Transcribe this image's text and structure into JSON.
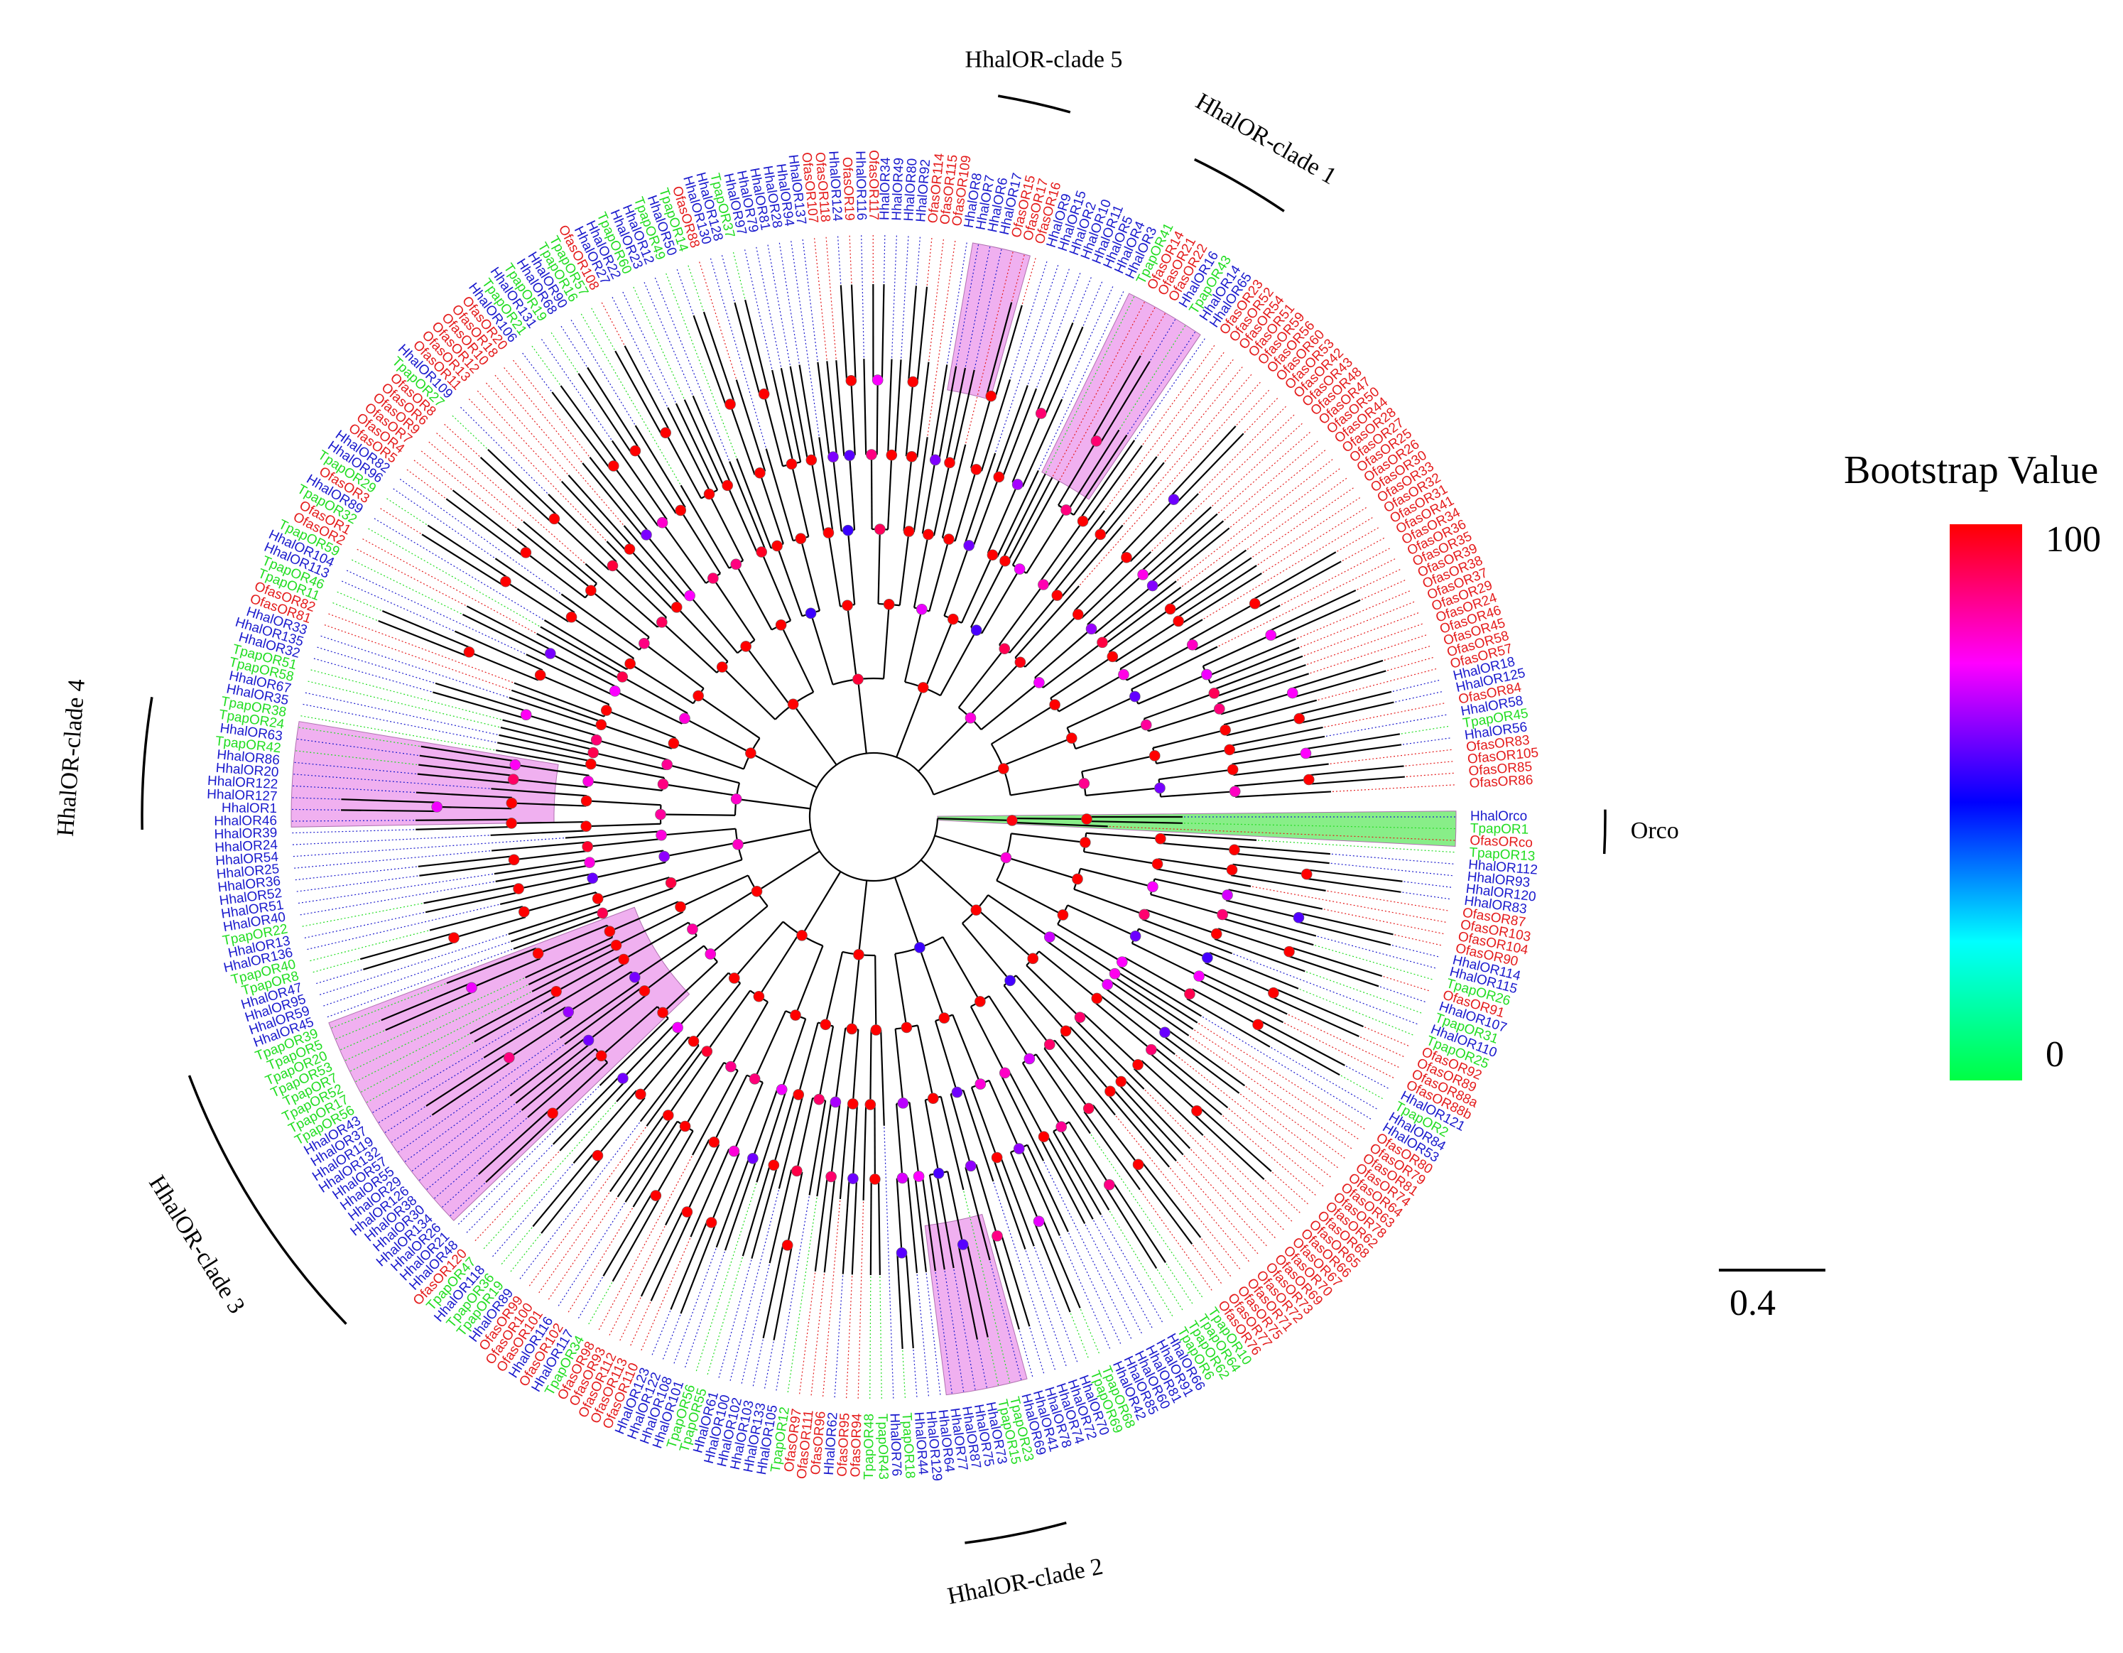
{
  "legend": {
    "title": "Bootstrap Value",
    "max_label": "100",
    "min_label": "0"
  },
  "scale_bar": {
    "label": "0.4"
  },
  "colors": {
    "Hhal": "#1a1acd",
    "Ofas": "#e41c1c",
    "Tpap": "#22dd22",
    "highlight": "#f0b0f0",
    "orco_highlight": "#88ee88"
  },
  "clades": [
    {
      "id": "clade5",
      "label": "HhalOR-clade 5"
    },
    {
      "id": "clade1",
      "label": "HhalOR-clade 1"
    },
    {
      "id": "orco",
      "label": "Orco"
    },
    {
      "id": "clade4",
      "label": "HhalOR-clade 4"
    },
    {
      "id": "clade3",
      "label": "HhalOR-clade 3"
    },
    {
      "id": "clade2",
      "label": "HhalOR-clade 2"
    }
  ],
  "tips": [
    "HhalOrco",
    "TpapOR1",
    "OfasORco",
    "TpapOR13",
    "HhalOR112",
    "HhalOR93",
    "HhalOR120",
    "HhalOR83",
    "OfasOR87",
    "OfasOR103",
    "OfasOR104",
    "OfasOR90",
    "HhalOR114",
    "HhalOR115",
    "TpapOR26",
    "OfasOR91",
    "HhalOR107",
    "TpapOR31",
    "HhalOR110",
    "TpapOR25",
    "OfasOR92",
    "OfasOR89",
    "OfasOR88a",
    "OfasOR88b",
    "HhalOR121",
    "TpapOR2",
    "HhalOR84",
    "HhalOR53",
    "OfasOR80",
    "OfasOR79",
    "OfasOR81",
    "OfasOR74",
    "OfasOR64",
    "OfasOR63",
    "OfasOR78",
    "OfasOR62",
    "OfasOR68",
    "OfasOR65",
    "OfasOR66",
    "OfasOR67",
    "OfasOR70",
    "OfasOR69",
    "OfasOR73",
    "OfasOR72",
    "OfasOR71",
    "OfasOR75",
    "OfasOR77",
    "OfasOR76",
    "TpapOR10",
    "TpapOR64",
    "TpapOR62",
    "TpapOR6",
    "HhalOR66",
    "HhalOR91",
    "HhalOR81",
    "HhalOR60",
    "HhalOR85",
    "HhalOR42",
    "TpapOR68",
    "TpapOR69",
    "HhalOR70",
    "HhalOR72",
    "HhalOR74",
    "HhalOR78",
    "HhalOR41",
    "HhalOR69",
    "TpapOR23",
    "TpapOR15",
    "HhalOR73",
    "HhalOR75",
    "HhalOR87",
    "HhalOR77",
    "HhalOR64",
    "HhalOR129",
    "HhalOR44",
    "TpapOR18",
    "HhalOR76",
    "TpapOR43",
    "TpapOR48",
    "OfasOR94",
    "OfasOR95",
    "HhalOR62",
    "OfasOR96",
    "OfasOR111",
    "OfasOR97",
    "TpapOR12",
    "HhalOR105",
    "HhalOR133",
    "HhalOR103",
    "HhalOR102",
    "HhalOR100",
    "HhalOR61",
    "TpapOR55",
    "TpapOR56",
    "HhalOR101",
    "HhalOR108",
    "HhalOR122",
    "HhalOR123",
    "OfasOR110",
    "OfasOR113",
    "OfasOR112",
    "OfasOR93",
    "OfasOR98",
    "TpapOR34",
    "HhalOR117",
    "OfasOR102",
    "HhalOR116",
    "OfasOR101",
    "OfasOR100",
    "OfasOR99",
    "HhalOR89",
    "TpapOR19",
    "TpapOR36",
    "HhalOR118",
    "TpapOR47",
    "OfasOR120",
    "HhalOR48",
    "HhalOR21",
    "HhalOR26",
    "HhalOR134",
    "HhalOR30",
    "HhalOR38",
    "HhalOR126",
    "HhalOR29",
    "HhalOR55",
    "HhalOR57",
    "HhalOR132",
    "HhalOR119",
    "HhalOR37",
    "HhalOR43",
    "TpapOR56",
    "TpapOR17",
    "TpapOR52",
    "TpapOR7",
    "TpapOR53",
    "TpapOR20",
    "TpapOR5",
    "TpapOR39",
    "HhalOR45",
    "HhalOR59",
    "HhalOR95",
    "HhalOR47",
    "TpapOR8",
    "TpapOR40",
    "HhalOR136",
    "HhalOR13",
    "TpapOR22",
    "HhalOR40",
    "HhalOR51",
    "HhalOR52",
    "HhalOR36",
    "HhalOR25",
    "HhalOR54",
    "HhalOR24",
    "HhalOR39",
    "HhalOR46",
    "HhalOR1",
    "HhalOR127",
    "HhalOR122",
    "HhalOR20",
    "HhalOR86",
    "TpapOR42",
    "HhalOR63",
    "TpapOR24",
    "TpapOR38",
    "HhalOR35",
    "HhalOR67",
    "TpapOR58",
    "TpapOR51",
    "HhalOR32",
    "HhalOR135",
    "HhalOR33",
    "OfasOR81",
    "OfasOR82",
    "TpapOR11",
    "TpapOR46",
    "HhalOR113",
    "HhalOR104",
    "TpapOR59",
    "OfasOR2",
    "OfasOR1",
    "TpapOR32",
    "HhalOR89",
    "OfasOR3",
    "TpapOR29",
    "HhalOR96",
    "HhalOR82",
    "OfasOR5",
    "OfasOR4",
    "OfasOR7",
    "OfasOR9",
    "OfasOR6",
    "OfasOR8",
    "TpapOR27",
    "HhalOR109",
    "OfasOR11",
    "OfasOR13",
    "OfasOR12",
    "OfasOR10",
    "OfasOR18",
    "OfasOR20",
    "HhalOR106",
    "TpapOR21",
    "HhalOR131",
    "TpapOR19",
    "HhalOR68",
    "HhalOR90",
    "TpapOR16",
    "TpapOR57",
    "OfasOR108",
    "HhalOR27",
    "HhalOR22",
    "TpapOR60",
    "HhalOR23",
    "HhalOR12",
    "TpapOR49",
    "HhalOR50",
    "TpapOR14",
    "OfasOR88",
    "HhalOR130",
    "HhalOR128",
    "TpapOR37",
    "HhalOR97",
    "HhalOR79",
    "HhalOR81",
    "HhalOR28",
    "HhalOR94",
    "HhalOR137",
    "OfasOR107",
    "OfasOR118",
    "HhalOR124",
    "OfasOR19",
    "HhalOR116",
    "OfasOR117",
    "HhalOR34",
    "HhalOR49",
    "HhalOR80",
    "HhalOR92",
    "OfasOR114",
    "OfasOR115",
    "OfasOR109",
    "HhalOR8",
    "HhalOR7",
    "HhalOR6",
    "HhalOR17",
    "OfasOR15",
    "OfasOR17",
    "OfasOR16",
    "HhalOR9",
    "HhalOR15",
    "HhalOR2",
    "HhalOR10",
    "HhalOR11",
    "HhalOR5",
    "HhalOR4",
    "HhalOR3",
    "TpapOR41",
    "OfasOR14",
    "OfasOR21",
    "OfasOR22",
    "HhalOR16",
    "TpapOR43",
    "HhalOR14",
    "HhalOR65",
    "OfasOR23",
    "OfasOR52",
    "OfasOR54",
    "OfasOR51",
    "OfasOR59",
    "OfasOR56",
    "OfasOR60",
    "OfasOR53",
    "OfasOR42",
    "OfasOR43",
    "OfasOR48",
    "OfasOR47",
    "OfasOR50",
    "OfasOR44",
    "OfasOR28",
    "OfasOR27",
    "OfasOR25",
    "OfasOR26",
    "OfasOR30",
    "OfasOR33",
    "OfasOR32",
    "OfasOR31",
    "OfasOR41",
    "OfasOR34",
    "OfasOR36",
    "OfasOR35",
    "OfasOR39",
    "OfasOR38",
    "OfasOR37",
    "OfasOR29",
    "OfasOR24",
    "OfasOR46",
    "OfasOR45",
    "OfasOR58",
    "OfasOR57",
    "HhalOR18",
    "HhalOR125",
    "OfasOR84",
    "HhalOR58",
    "TpapOR45",
    "HhalOR56",
    "OfasOR83",
    "OfasOR105",
    "OfasOR85",
    "OfasOR86"
  ]
}
